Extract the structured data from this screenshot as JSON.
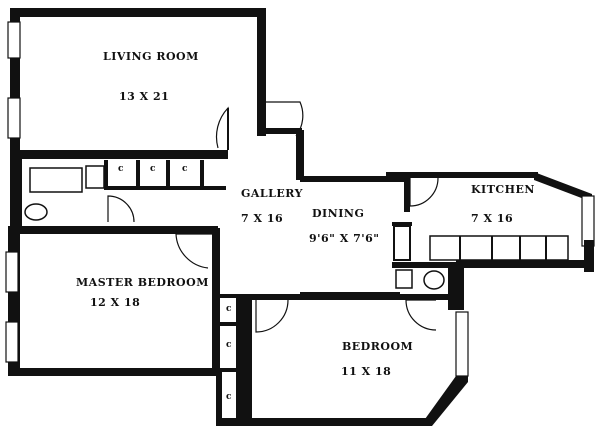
{
  "rooms": {
    "living": {
      "name": "LIVING ROOM",
      "dims": "13 X 21"
    },
    "gallery": {
      "name": "GALLERY",
      "dims": "7 X 16"
    },
    "dining": {
      "name": "DINING",
      "dims": "9'6\" X 7'6\""
    },
    "kitchen": {
      "name": "KITCHEN",
      "dims": "7 X 16"
    },
    "master": {
      "name": "MASTER BEDROOM",
      "dims": "12 X 18"
    },
    "bedroom": {
      "name": "BEDROOM",
      "dims": "11 X 18"
    }
  },
  "closet_mark": "c"
}
